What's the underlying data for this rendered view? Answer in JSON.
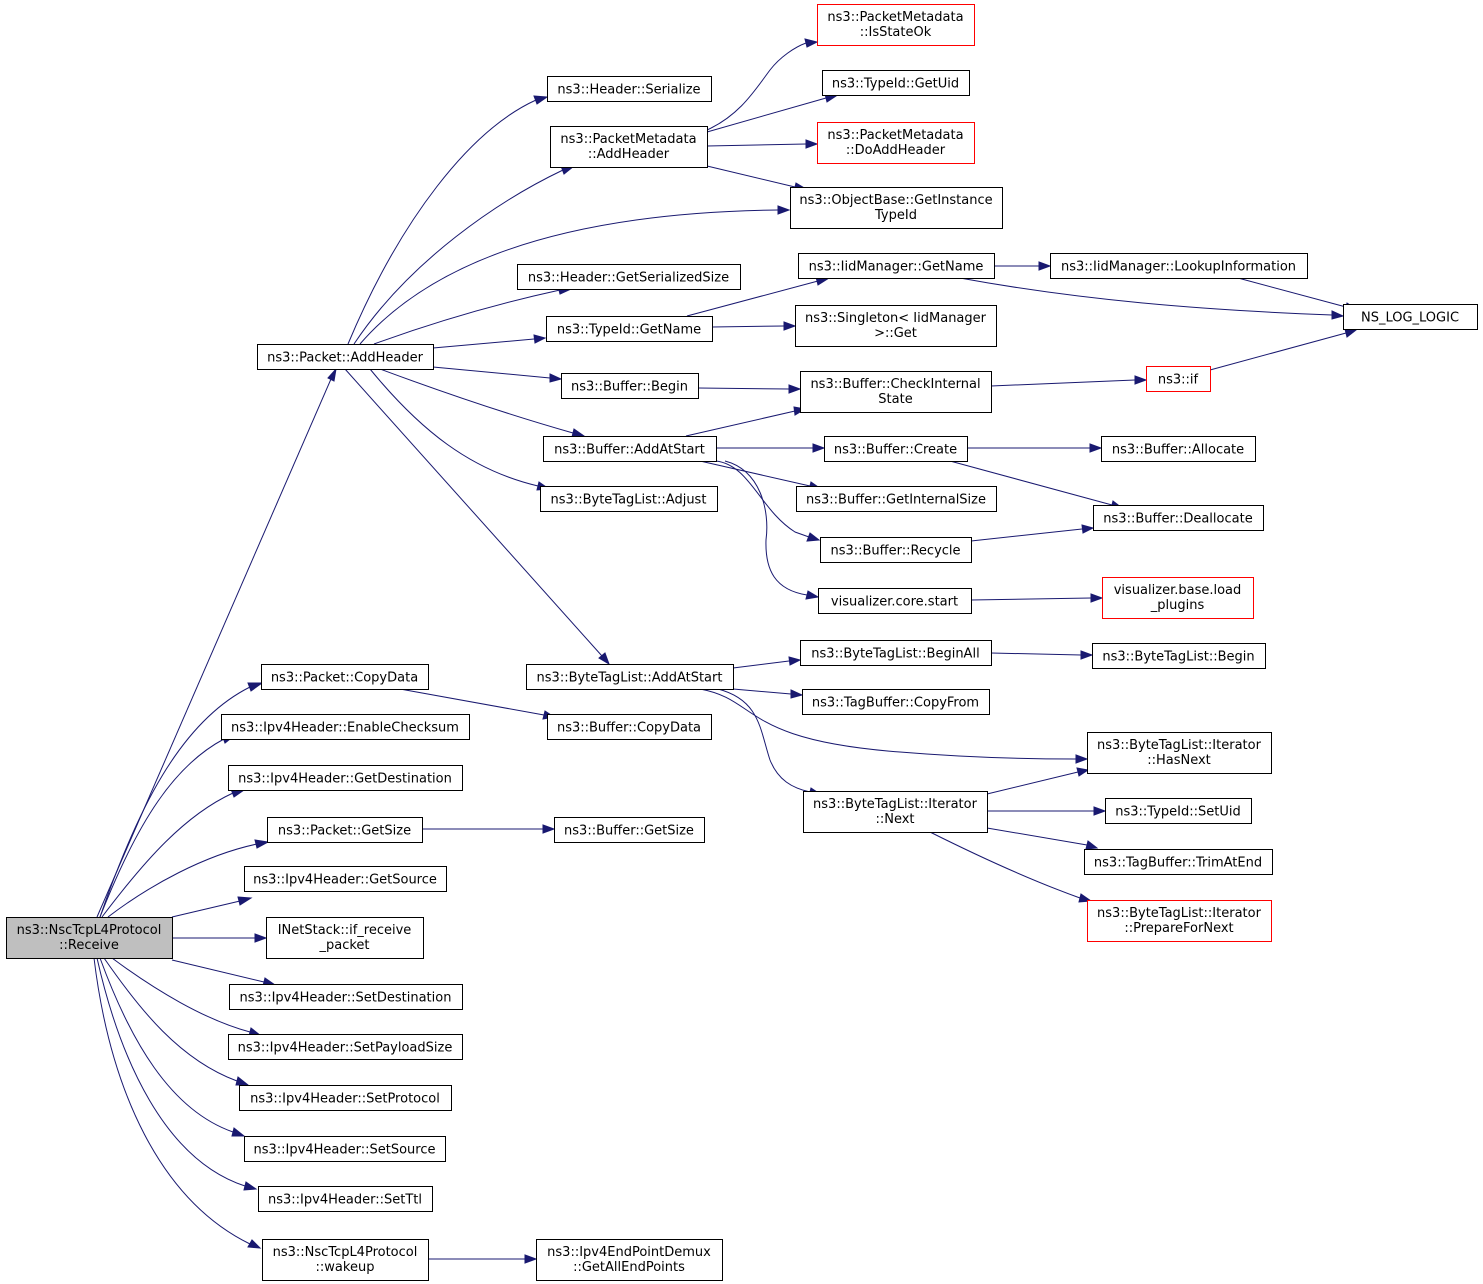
{
  "diagram": {
    "edge_color": "#191970",
    "red_border": "#ff0000",
    "root_fill": "#bfbfbf",
    "nodes": [
      {
        "id": "receive",
        "lines": [
          "ns3::NscTcpL4Protocol",
          "::Receive"
        ],
        "style": "root"
      },
      {
        "id": "packet_addheader",
        "lines": [
          "ns3::Packet::AddHeader"
        ]
      },
      {
        "id": "packet_copydata",
        "lines": [
          "ns3::Packet::CopyData"
        ]
      },
      {
        "id": "ipv4_enablechecksum",
        "lines": [
          "ns3::Ipv4Header::EnableChecksum"
        ]
      },
      {
        "id": "ipv4_getdestination",
        "lines": [
          "ns3::Ipv4Header::GetDestination"
        ]
      },
      {
        "id": "packet_getsize",
        "lines": [
          "ns3::Packet::GetSize"
        ]
      },
      {
        "id": "ipv4_getsource",
        "lines": [
          "ns3::Ipv4Header::GetSource"
        ]
      },
      {
        "id": "inetstack_ifreceive",
        "lines": [
          "INetStack::if_receive",
          "_packet"
        ]
      },
      {
        "id": "ipv4_setdestination",
        "lines": [
          "ns3::Ipv4Header::SetDestination"
        ]
      },
      {
        "id": "ipv4_setpayloadsize",
        "lines": [
          "ns3::Ipv4Header::SetPayloadSize"
        ]
      },
      {
        "id": "ipv4_setprotocol",
        "lines": [
          "ns3::Ipv4Header::SetProtocol"
        ]
      },
      {
        "id": "ipv4_setsource",
        "lines": [
          "ns3::Ipv4Header::SetSource"
        ]
      },
      {
        "id": "ipv4_setttl",
        "lines": [
          "ns3::Ipv4Header::SetTtl"
        ]
      },
      {
        "id": "nsc_wakeup",
        "lines": [
          "ns3::NscTcpL4Protocol",
          "::wakeup"
        ]
      },
      {
        "id": "header_serialize",
        "lines": [
          "ns3::Header::Serialize"
        ]
      },
      {
        "id": "pm_addheader",
        "lines": [
          "ns3::PacketMetadata",
          "::AddHeader"
        ]
      },
      {
        "id": "header_getserializedsize",
        "lines": [
          "ns3::Header::GetSerializedSize"
        ]
      },
      {
        "id": "typeid_getname",
        "lines": [
          "ns3::TypeId::GetName"
        ]
      },
      {
        "id": "buffer_begin",
        "lines": [
          "ns3::Buffer::Begin"
        ]
      },
      {
        "id": "buffer_addatstart",
        "lines": [
          "ns3::Buffer::AddAtStart"
        ]
      },
      {
        "id": "btl_adjust",
        "lines": [
          "ns3::ByteTagList::Adjust"
        ]
      },
      {
        "id": "btl_addatstart",
        "lines": [
          "ns3::ByteTagList::AddAtStart"
        ]
      },
      {
        "id": "buffer_copydata",
        "lines": [
          "ns3::Buffer::CopyData"
        ]
      },
      {
        "id": "buffer_getsize",
        "lines": [
          "ns3::Buffer::GetSize"
        ]
      },
      {
        "id": "epdemux_getall",
        "lines": [
          "ns3::Ipv4EndPointDemux",
          "::GetAllEndPoints"
        ]
      },
      {
        "id": "pm_isstateok",
        "lines": [
          "ns3::PacketMetadata",
          "::IsStateOk"
        ],
        "style": "red"
      },
      {
        "id": "typeid_getuid",
        "lines": [
          "ns3::TypeId::GetUid"
        ]
      },
      {
        "id": "pm_doaddheader",
        "lines": [
          "ns3::PacketMetadata",
          "::DoAddHeader"
        ],
        "style": "red"
      },
      {
        "id": "objectbase_getinstance",
        "lines": [
          "ns3::ObjectBase::GetInstance",
          "TypeId"
        ]
      },
      {
        "id": "iidmanager_getname",
        "lines": [
          "ns3::IidManager::GetName"
        ]
      },
      {
        "id": "singleton_get",
        "lines": [
          "ns3::Singleton< IidManager",
          ">::Get"
        ]
      },
      {
        "id": "buffer_checkinternal",
        "lines": [
          "ns3::Buffer::CheckInternal",
          "State"
        ]
      },
      {
        "id": "buffer_create",
        "lines": [
          "ns3::Buffer::Create"
        ]
      },
      {
        "id": "buffer_getinternalsize",
        "lines": [
          "ns3::Buffer::GetInternalSize"
        ]
      },
      {
        "id": "buffer_recycle",
        "lines": [
          "ns3::Buffer::Recycle"
        ]
      },
      {
        "id": "viz_core_start",
        "lines": [
          "visualizer.core.start"
        ]
      },
      {
        "id": "btl_beginall",
        "lines": [
          "ns3::ByteTagList::BeginAll"
        ]
      },
      {
        "id": "tagbuffer_copyfrom",
        "lines": [
          "ns3::TagBuffer::CopyFrom"
        ]
      },
      {
        "id": "btl_iter_next",
        "lines": [
          "ns3::ByteTagList::Iterator",
          "::Next"
        ]
      },
      {
        "id": "iidmanager_lookup",
        "lines": [
          "ns3::IidManager::LookupInformation"
        ]
      },
      {
        "id": "ns3_if",
        "lines": [
          "ns3::if"
        ],
        "style": "red"
      },
      {
        "id": "buffer_allocate",
        "lines": [
          "ns3::Buffer::Allocate"
        ]
      },
      {
        "id": "buffer_deallocate",
        "lines": [
          "ns3::Buffer::Deallocate"
        ]
      },
      {
        "id": "viz_load_plugins",
        "lines": [
          "visualizer.base.load",
          "_plugins"
        ],
        "style": "red"
      },
      {
        "id": "btl_begin",
        "lines": [
          "ns3::ByteTagList::Begin"
        ]
      },
      {
        "id": "btl_iter_hasnext",
        "lines": [
          "ns3::ByteTagList::Iterator",
          "::HasNext"
        ]
      },
      {
        "id": "typeid_setuid",
        "lines": [
          "ns3::TypeId::SetUid"
        ]
      },
      {
        "id": "tagbuffer_trimatend",
        "lines": [
          "ns3::TagBuffer::TrimAtEnd"
        ]
      },
      {
        "id": "btl_iter_prepare",
        "lines": [
          "ns3::ByteTagList::Iterator",
          "::PrepareForNext"
        ],
        "style": "red"
      },
      {
        "id": "ns_log_logic",
        "lines": [
          "NS_LOG_LOGIC"
        ]
      }
    ]
  }
}
